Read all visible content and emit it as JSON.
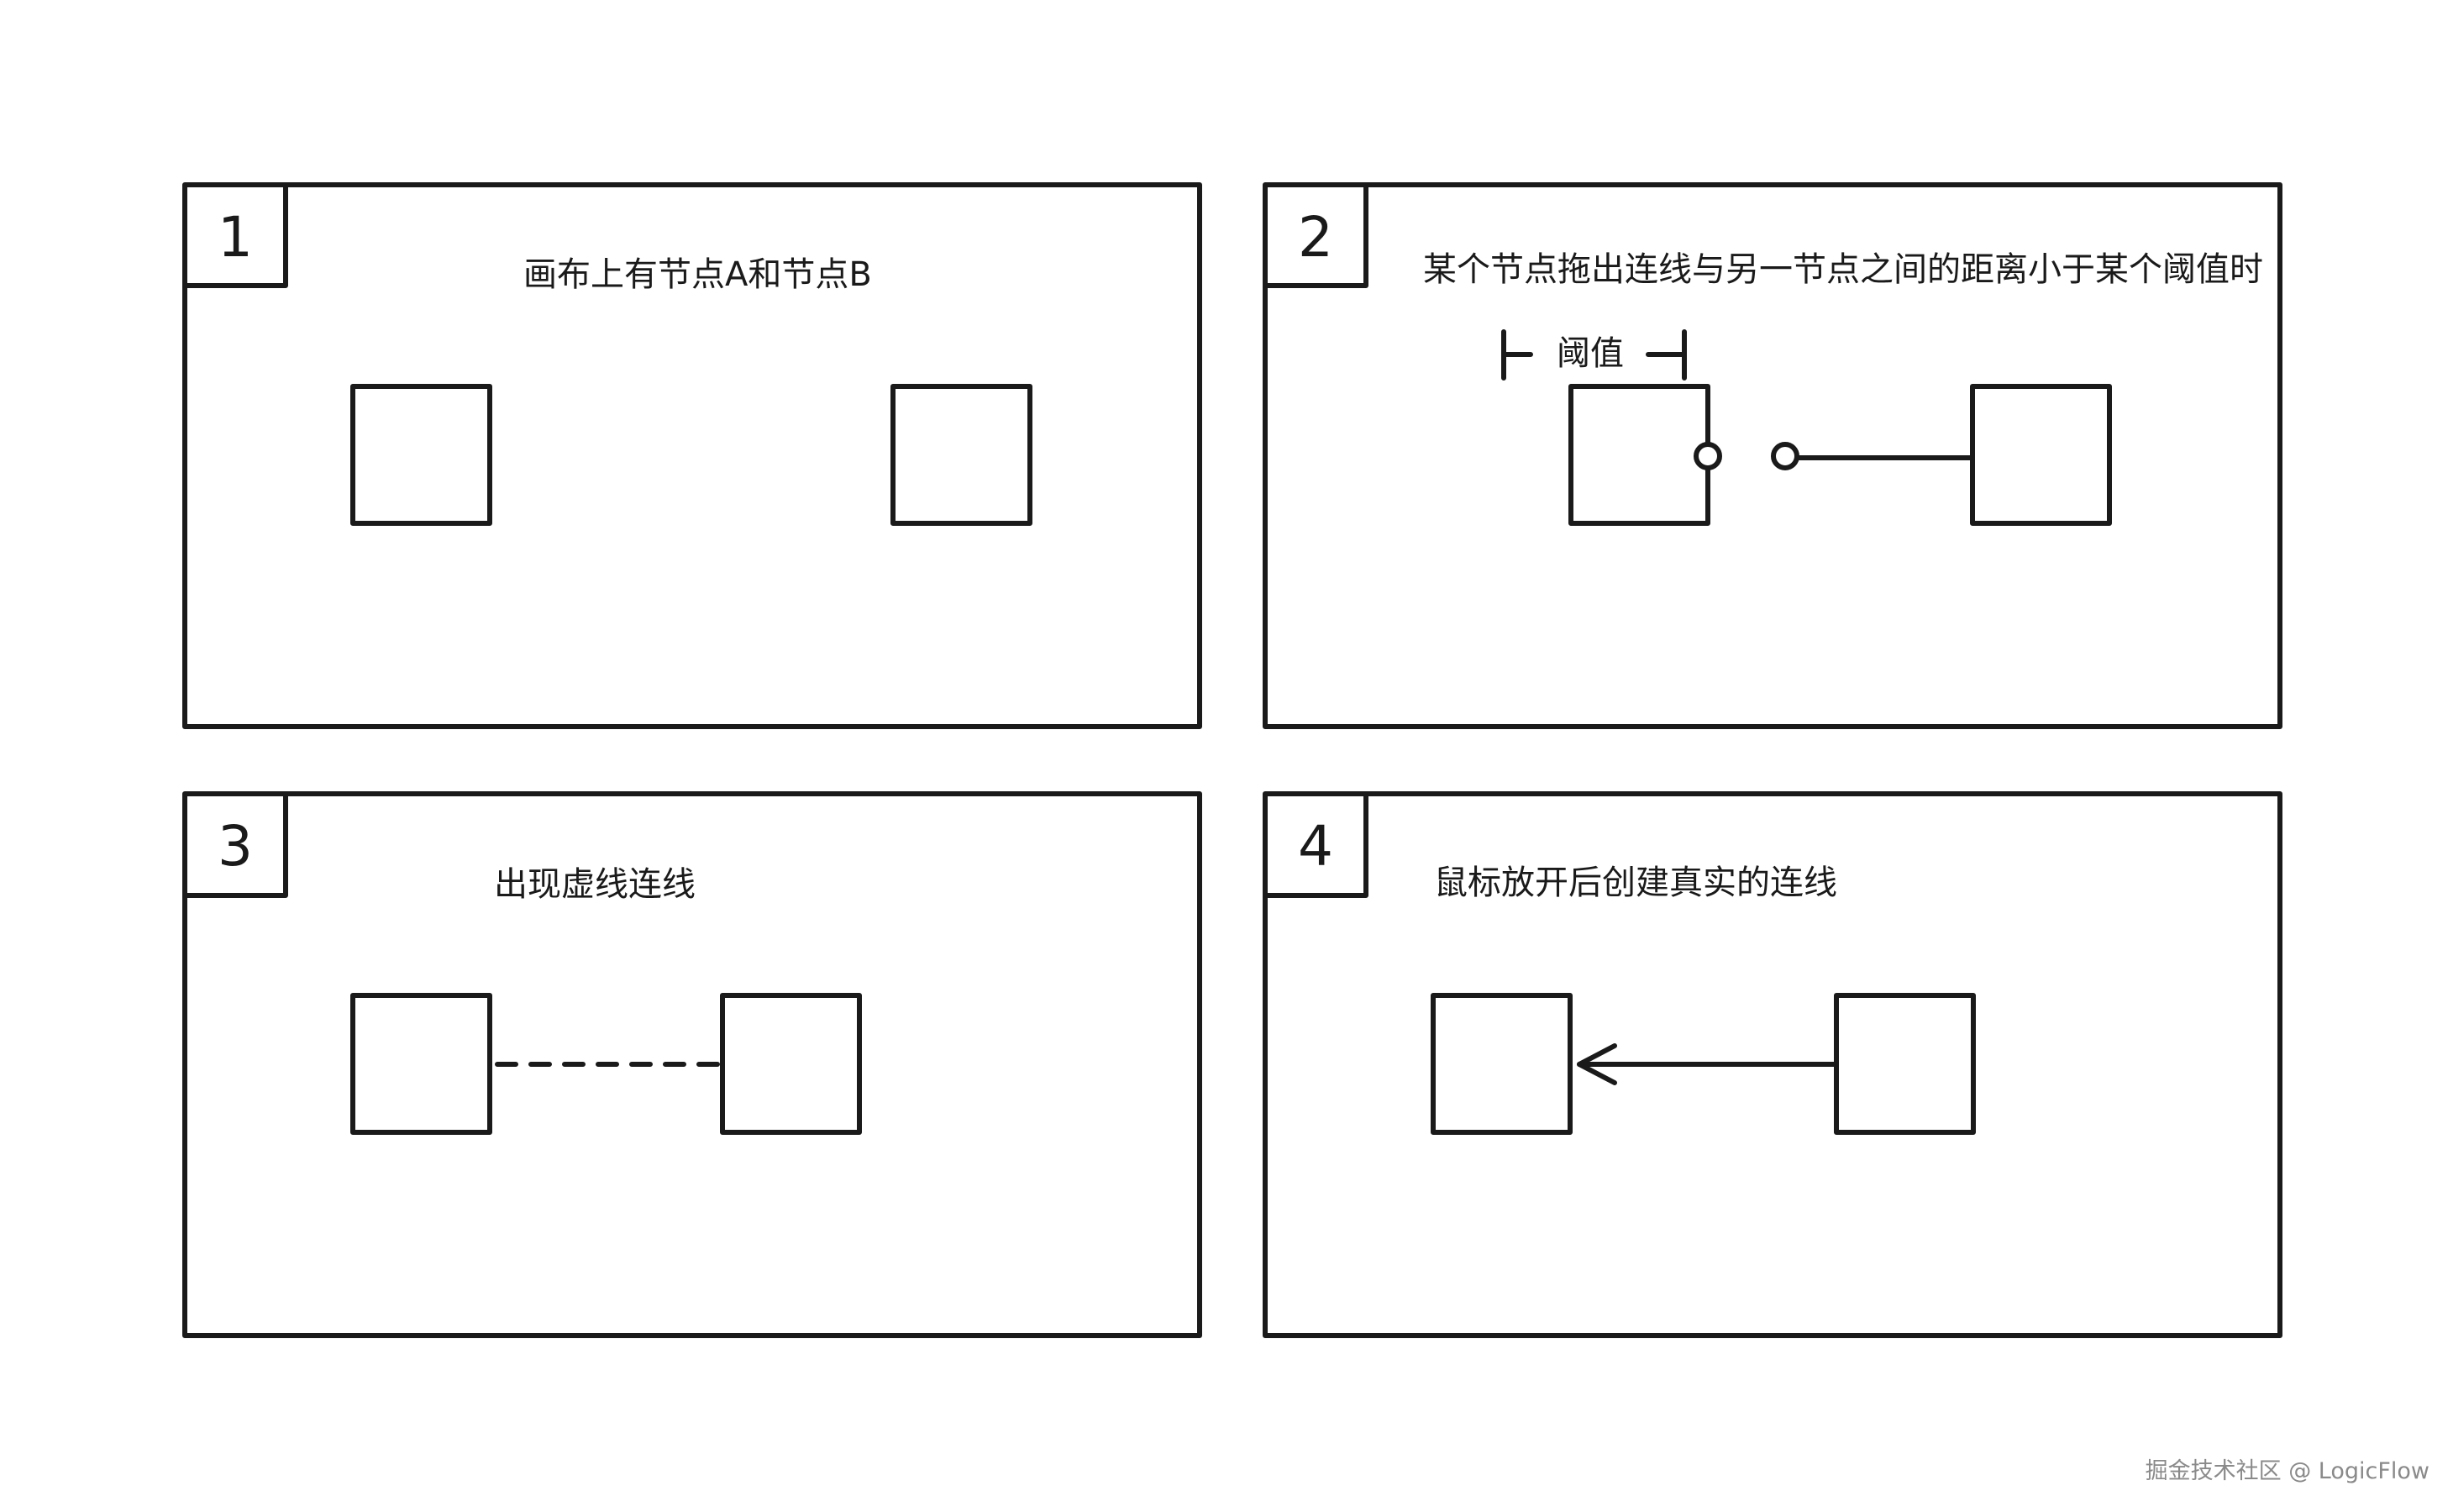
{
  "panels": [
    {
      "number": "1",
      "caption": "画布上有节点A和节点B"
    },
    {
      "number": "2",
      "caption": "某个节点拖出连线与另一节点之间的距离小于某个阈值时",
      "threshold_label": "阈值"
    },
    {
      "number": "3",
      "caption": "出现虚线连线"
    },
    {
      "number": "4",
      "caption": "鼠标放开后创建真实的连线"
    }
  ],
  "watermark": "掘金技术社区 @ LogicFlow",
  "colors": {
    "stroke": "#1a1a1a",
    "background": "#ffffff",
    "watermark": "#8a8a8a"
  }
}
